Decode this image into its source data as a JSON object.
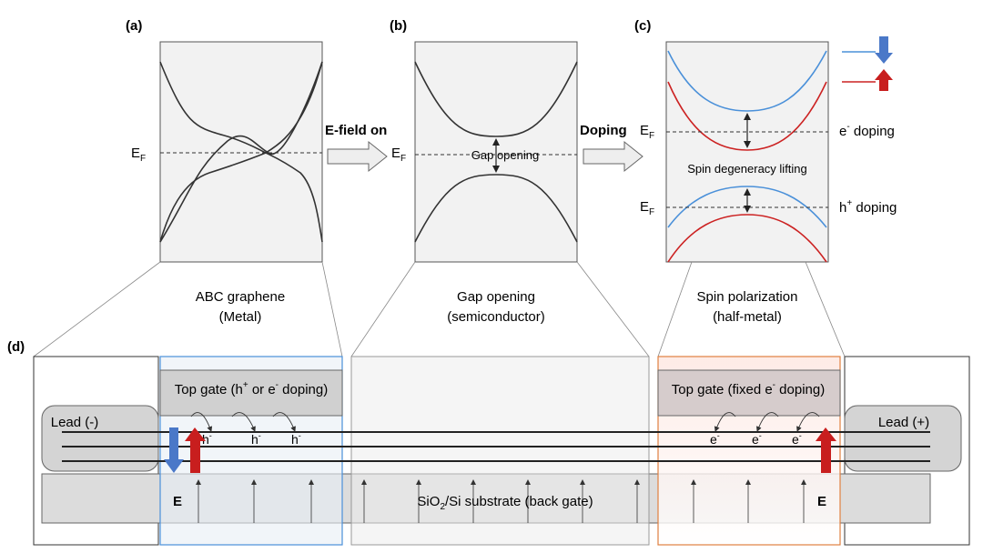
{
  "panels": {
    "a": {
      "letter": "(a)",
      "caption_line1": "ABC graphene",
      "caption_line2": "(Metal)"
    },
    "b": {
      "letter": "(b)",
      "caption_line1": "Gap opening",
      "caption_line2": "(semiconductor)",
      "inner_label": "Gap opening"
    },
    "c": {
      "letter": "(c)",
      "caption_line1": "Spin polarization",
      "caption_line2": "(half-metal)",
      "inner_label": "Spin degeneracy lifting"
    },
    "d": {
      "letter": "(d)"
    }
  },
  "fermi_label": "E",
  "fermi_subscript": "F",
  "arrows": {
    "efield": "E-field on",
    "doping": "Doping"
  },
  "doping": {
    "electron_prefix": "e",
    "electron_suffix": " doping",
    "hole_prefix": "h",
    "hole_suffix": " doping",
    "minus": "-",
    "plus": "+"
  },
  "device": {
    "lead_left": "Lead (-)",
    "lead_right": "Lead (+)",
    "top_gate_left_a": "Top gate (h",
    "top_gate_left_b": " or e",
    "top_gate_left_c": " doping)",
    "top_gate_right_a": "Top gate (fixed e",
    "top_gate_right_b": " doping)",
    "substrate_a": "SiO",
    "substrate_sub": "2",
    "substrate_b": "/Si substrate (back gate)",
    "field_label": "E",
    "hole_carrier": "h",
    "electron_carrier": "e"
  },
  "colors": {
    "spin_down": "#4a90d9",
    "spin_up": "#cc2222",
    "arrow_blue": "#4a78c8",
    "arrow_red": "#c81e1e",
    "box_blue": "#4a90d9",
    "box_orange": "#e08040"
  }
}
